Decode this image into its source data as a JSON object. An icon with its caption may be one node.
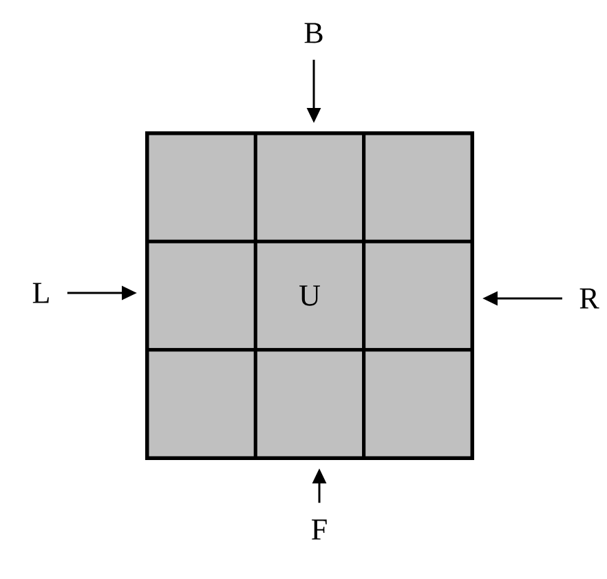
{
  "diagram": {
    "nodes": [
      {
        "text": [],
        "shape": "box"
      },
      {
        "text": [],
        "shape": "box",
        "in": 0
      },
      {
        "text": [],
        "shape": "box",
        "in": 0
      },
      {
        "text": [],
        "shape": "box",
        "in": 0
      },
      {
        "text": [],
        "shape": "box",
        "in": 0
      },
      {
        "text": [
          "U"
        ],
        "in": 0
      },
      {
        "text": [],
        "shape": "box",
        "in": 0
      },
      {
        "text": [],
        "shape": "box",
        "in": 0
      },
      {
        "text": [],
        "shape": "box",
        "in": 0
      },
      {
        "text": [],
        "shape": "box",
        "in": 0
      },
      {
        "text": [
          "B"
        ]
      },
      {
        "text": [
          "L"
        ]
      },
      {
        "text": [
          "R"
        ]
      },
      {
        "text": [
          "F"
        ]
      }
    ],
    "edges": [
      {
        "from": 10,
        "to": 0,
        "arrow": "to"
      },
      {
        "from": 11,
        "to": 0,
        "arrow": "to"
      },
      {
        "from": 12,
        "to": 0,
        "arrow": "to"
      },
      {
        "from": 13,
        "to": 0,
        "arrow": "to"
      }
    ]
  }
}
